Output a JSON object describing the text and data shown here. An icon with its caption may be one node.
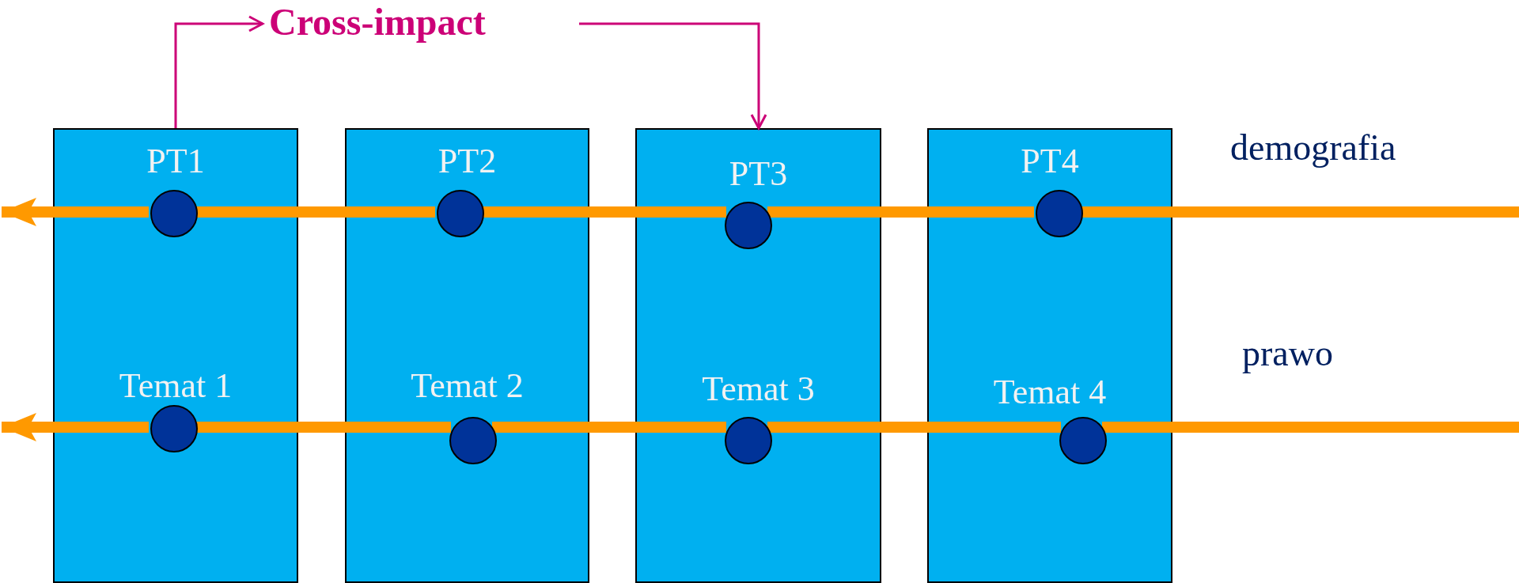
{
  "diagram": {
    "nodes": [
      {
        "text": [
          "Cross-impact"
        ]
      },
      {
        "text": [
          "PT1",
          "Temat 1"
        ]
      },
      {
        "text": [],
        "shape": "circle",
        "in": 1
      },
      {
        "text": [],
        "shape": "circle",
        "in": 1
      },
      {
        "text": [
          "PT2",
          "Temat 2"
        ]
      },
      {
        "text": [],
        "shape": "circle",
        "in": 4
      },
      {
        "text": [],
        "shape": "circle",
        "in": 4
      },
      {
        "text": [
          "PT3",
          "Temat 3"
        ]
      },
      {
        "text": [],
        "shape": "circle",
        "in": 7
      },
      {
        "text": [],
        "shape": "circle",
        "in": 7
      },
      {
        "text": [
          "PT4",
          "Temat 4"
        ]
      },
      {
        "text": [],
        "shape": "circle",
        "in": 10
      },
      {
        "text": [],
        "shape": "circle",
        "in": 10
      }
    ],
    "edges": [
      {
        "from": 1,
        "to": 0,
        "arrow": "to",
        "color": "#cc0077"
      },
      {
        "from": 0,
        "to": 7,
        "arrow": "to",
        "color": "#cc0077"
      },
      {
        "from": null,
        "to": 11,
        "arrow": "none"
      },
      {
        "from": 11,
        "to": 8,
        "arrow": "none"
      },
      {
        "from": 8,
        "to": 5,
        "arrow": "none"
      },
      {
        "from": 5,
        "to": 2,
        "arrow": "none"
      },
      {
        "from": 2,
        "to": null,
        "arrow": "to"
      },
      {
        "from": null,
        "to": 12,
        "arrow": "none"
      },
      {
        "from": 12,
        "to": 9,
        "arrow": "none"
      },
      {
        "from": 9,
        "to": 6,
        "arrow": "none"
      },
      {
        "from": 6,
        "to": 3,
        "arrow": "none"
      },
      {
        "from": 3,
        "to": null,
        "arrow": "to"
      }
    ],
    "labels": [
      "demografia",
      "prawo"
    ]
  }
}
